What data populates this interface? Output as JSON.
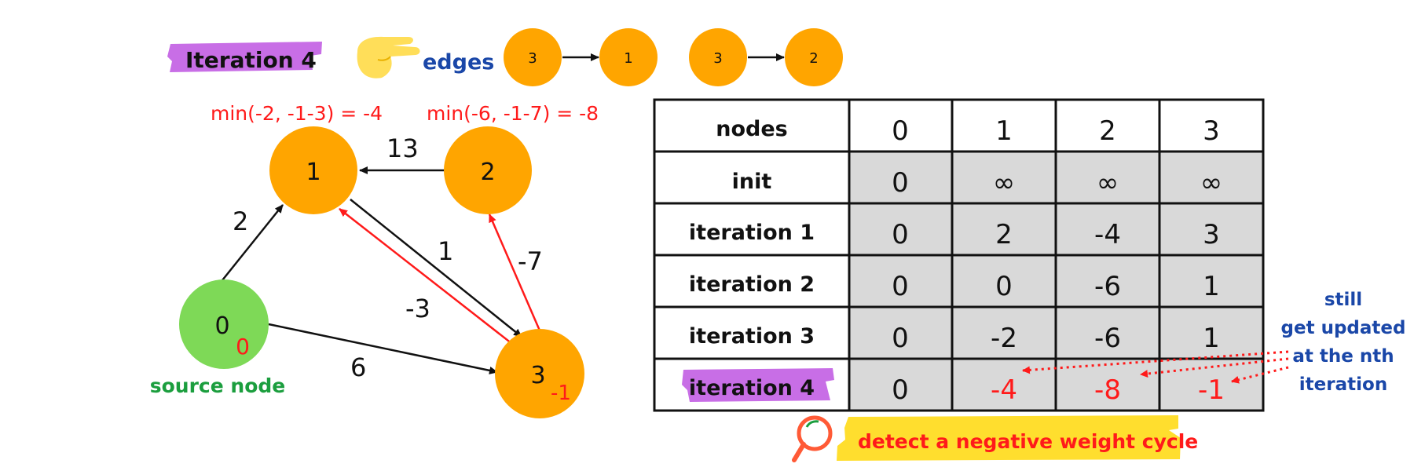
{
  "header": {
    "iteration_label": "Iteration 4",
    "edges_label": "edges",
    "edges": [
      {
        "from": "3",
        "to": "1"
      },
      {
        "from": "3",
        "to": "2"
      }
    ]
  },
  "graph": {
    "min_formulas": [
      "min(-2, -1-3) = -4",
      "min(-6, -1-7) = -8"
    ],
    "nodes": [
      {
        "id": "0",
        "dist": "0"
      },
      {
        "id": "1",
        "dist": ""
      },
      {
        "id": "2",
        "dist": ""
      },
      {
        "id": "3",
        "dist": "-1"
      }
    ],
    "edges": [
      {
        "from": "0",
        "to": "1",
        "weight": "2"
      },
      {
        "from": "0",
        "to": "3",
        "weight": "6"
      },
      {
        "from": "1",
        "to": "3",
        "weight": "1"
      },
      {
        "from": "2",
        "to": "1",
        "weight": "13"
      },
      {
        "from": "3",
        "to": "1",
        "weight": "-3"
      },
      {
        "from": "3",
        "to": "2",
        "weight": "-7"
      }
    ],
    "source_label": "source node"
  },
  "table": {
    "header": [
      "nodes",
      "0",
      "1",
      "2",
      "3"
    ],
    "rows": [
      {
        "label": "init",
        "values": [
          "0",
          "∞",
          "∞",
          "∞"
        ]
      },
      {
        "label": "iteration 1",
        "values": [
          "0",
          "2",
          "-4",
          "3"
        ]
      },
      {
        "label": "iteration 2",
        "values": [
          "0",
          "0",
          "-6",
          "1"
        ]
      },
      {
        "label": "iteration 3",
        "values": [
          "0",
          "-2",
          "-6",
          "1"
        ]
      },
      {
        "label": "iteration 4",
        "values": [
          "0",
          "-4",
          "-8",
          "-1"
        ]
      }
    ]
  },
  "annotations": {
    "still_updated": [
      "still",
      "get updated",
      "at the nth",
      "iteration"
    ],
    "detect": "detect a  negative weight cycle"
  },
  "colors": {
    "node_orange": "#FFA500",
    "node_green": "#7ED957",
    "highlight_purple": "#C86EE6",
    "highlight_yellow": "#FFDE2E",
    "red": "#FF1A1A",
    "blue": "#1A47A8",
    "green_text": "#1B9E3E",
    "table_gray": "#D9D9D9"
  }
}
